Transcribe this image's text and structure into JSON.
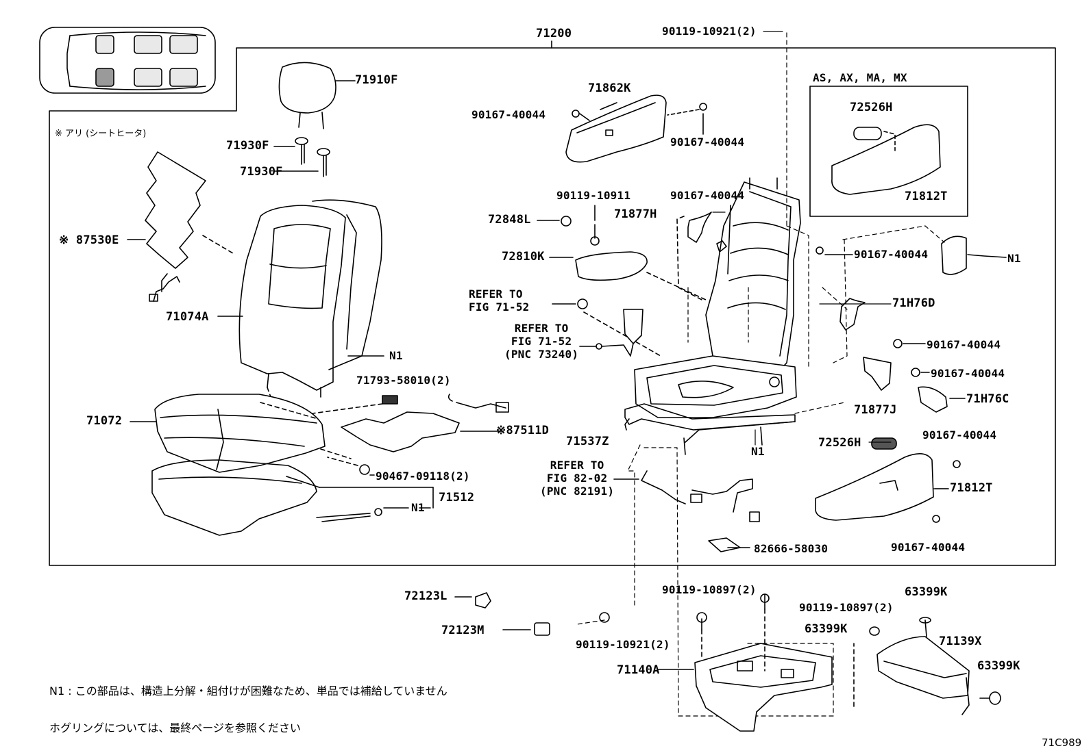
{
  "parts": {
    "p71200": "71200",
    "p90119_10921_top": "90119-10921(2)",
    "p71910F": "71910F",
    "p71930F_a": "71930F",
    "p71930F_b": "71930F",
    "p87530E": "87530E",
    "p71074A": "71074A",
    "p71072": "71072",
    "p87511D": "87511D",
    "p71793": "71793-58010(2)",
    "p90467": "90467-09118(2)",
    "p71512": "71512",
    "p71862K": "71862K",
    "p90167_a": "90167-40044",
    "p90167_b": "90167-40044",
    "p90119_10911": "90119-10911",
    "p90167_c": "90167-40044",
    "p72848L": "72848L",
    "p71877H": "71877H",
    "p72810K": "72810K",
    "p90167_d": "90167-40044",
    "p71H76D": "71H76D",
    "p90167_e": "90167-40044",
    "p90167_f": "90167-40044",
    "p71877J": "71877J",
    "p71H76C": "71H76C",
    "p71537Z": "71537Z",
    "p72526H_a": "72526H",
    "p72526H_b": "72526H",
    "p90167_g": "90167-40044",
    "p71812T_a": "71812T",
    "p71812T_b": "71812T",
    "p90167_h": "90167-40044",
    "p82666": "82666-58030",
    "p72123L": "72123L",
    "p72123M": "72123M",
    "p90119_10921_bot": "90119-10921(2)",
    "p90119_10897_a": "90119-10897(2)",
    "p90119_10897_b": "90119-10897(2)",
    "p63399K_a": "63399K",
    "p63399K_b": "63399K",
    "p63399K_c": "63399K",
    "p71139X": "71139X",
    "p71140A": "71140A"
  },
  "n1_labels": [
    "N1",
    "N1",
    "N1",
    "N1"
  ],
  "refer": {
    "r1": "REFER TO\nFIG 71-52",
    "r2": "REFER TO\nFIG 71-52\n(PNC 73240)",
    "r3": "REFER TO\nFIG 82-02\n(PNC 82191)"
  },
  "variant_label": "AS, AX, MA, MX",
  "heater_label": "※ アリ (シートヒータ)",
  "marker": "※",
  "notes": {
    "n1": "N1 : この部品は、構造上分解・組付けが困難なため、単品では補給していません",
    "hog": "ホグリングについては、最終ページを参照ください"
  },
  "figure_code": "71C989"
}
